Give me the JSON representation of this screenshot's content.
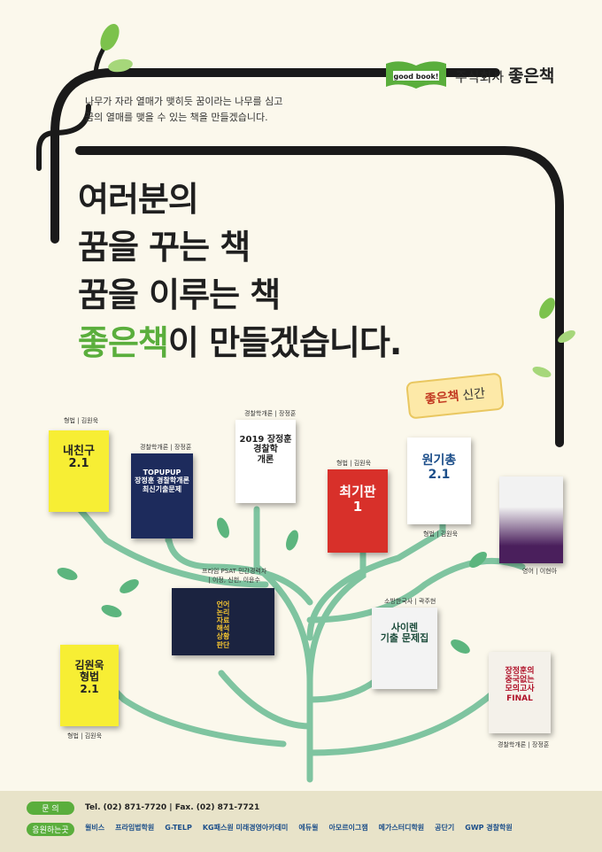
{
  "tagline": {
    "line1": "나무가 자라 열매가 맺히듯 꿈이라는 나무를 심고",
    "line2": "꿈의 열매를 맺을 수 있는 책을 만들겠습니다."
  },
  "brand": {
    "logo_text": "good book!",
    "prefix": "주식회사 ",
    "name": "좋은책"
  },
  "headline": {
    "line1": "여러분의",
    "line2": "꿈을 꾸는 책",
    "line3": "꿈을 이루는 책",
    "line4_green": "좋은책",
    "line4_rest": "이 만들겠습니다."
  },
  "badge": {
    "bold": "좋은책",
    "rest": "신간"
  },
  "books": [
    {
      "caption": "형법 | 김원욱",
      "title": "내친구\n2.1",
      "color": "#f7ee34",
      "text_color": "#222"
    },
    {
      "caption": "경찰학개론 | 장정훈",
      "title": "TOPUPUP\n장정훈 경찰학개론\n최신기출문제",
      "color": "#1d2b5c",
      "text_color": "#ffffff"
    },
    {
      "caption": "경찰학개론 | 장정훈",
      "title": "2019 장정훈\n경찰학\n개론",
      "color": "#ffffff",
      "text_color": "#222"
    },
    {
      "caption": "형법 | 김원욱",
      "title": "최기판\n1",
      "color": "#d8302a",
      "text_color": "#ffffff"
    },
    {
      "caption": "형법 | 김원욱",
      "title": "원기총\n2.1",
      "color": "#ffffff",
      "text_color": "#1d4f8a"
    },
    {
      "caption": "영어 | 이현아",
      "title": "",
      "color": "#4a1f5c",
      "text_color": "#ffffff"
    },
    {
      "caption": "프라임 PSAT 민간경력자\n| 이정, 신헌, 이윤수",
      "title": "언어\n논리\n자료\n해석\n상황\n판단",
      "color": "#1b2340",
      "text_color": "#f2c230"
    },
    {
      "caption": "소방한국사 | 곽주현",
      "title": "사이렌\n기출 문제집",
      "color": "#f3f3f3",
      "text_color": "#1b4b3a"
    },
    {
      "caption": "형법 | 김원욱",
      "title": "김원욱\n형법\n2.1",
      "color": "#f7ee34",
      "text_color": "#222"
    },
    {
      "caption": "경찰학개론 | 장정훈",
      "title": "장정훈의\n중국없는\n모의고사\nFINAL",
      "color": "#f4f1ea",
      "text_color": "#b0132a"
    }
  ],
  "footer": {
    "contact_label": "문  의",
    "contact_text": "Tel. (02) 871-7720   |   Fax. (02) 871-7721",
    "sponsor_label": "응원하는곳",
    "sponsors": [
      "윌비스",
      "프라임법학원",
      "G-TELP",
      "KG패스원 미래경영아카데미",
      "에듀윌",
      "아모르이그잼",
      "메가스터디학원",
      "공단기",
      "GWP 경찰학원"
    ]
  }
}
